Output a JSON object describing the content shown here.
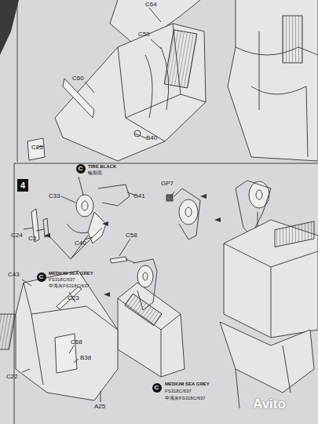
{
  "diagram": {
    "nodes": [
      {
        "text": [
          "4"
        ]
      }
    ],
    "labels": [
      "C64",
      "C59",
      "C60",
      "B40",
      "C25",
      "C",
      "TIRE BLACK",
      "輪胎黑",
      "C33",
      "C41",
      "GP7",
      "C24",
      "C3",
      "C40",
      "C58",
      "C",
      "MEDIUM SEA GREY",
      "FS318C/637",
      "中海灰FS318C/637",
      "C43",
      "C23",
      "C68",
      "B38",
      "C22",
      "A25",
      "C",
      "MEDIUM SEA GREY",
      "FS318C/637",
      "中海灰FS318C/637",
      "Avito"
    ]
  }
}
